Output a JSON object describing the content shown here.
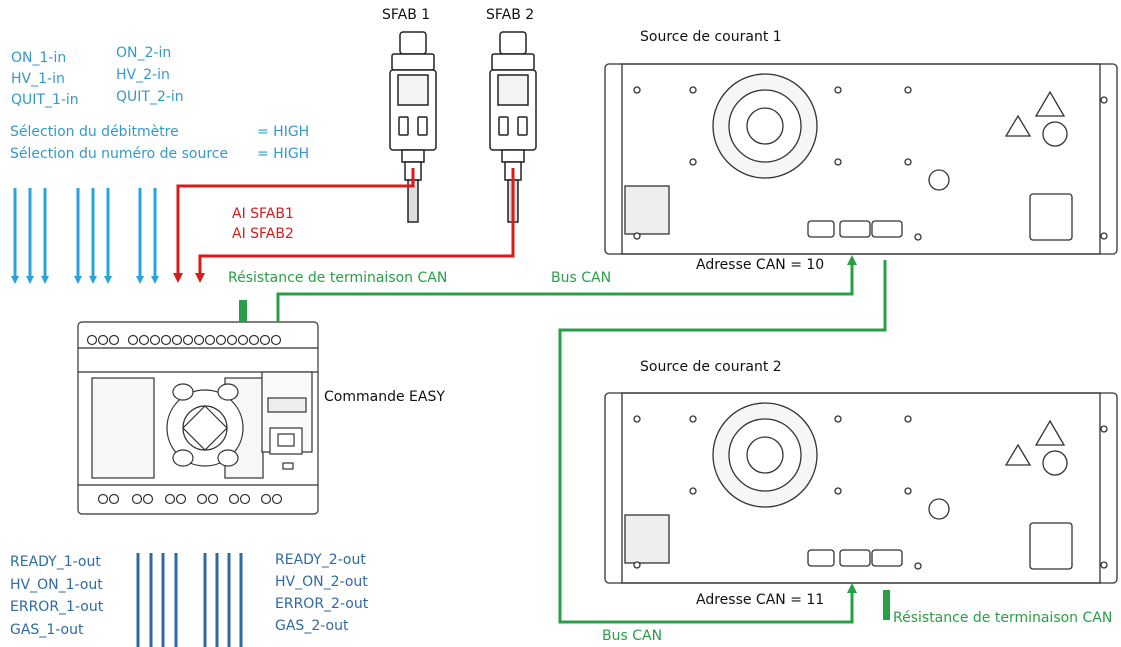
{
  "colors": {
    "input_arrows": "#29a3d9",
    "output_lines": "#2e6aa6",
    "analog_wires": "#d81b1b",
    "can_bus": "#27a045"
  },
  "inputs_group1": [
    "ON_1-in",
    "HV_1-in",
    "QUIT_1-in"
  ],
  "inputs_group2": [
    "ON_2-in",
    "HV_2-in",
    "QUIT_2-in"
  ],
  "selection": [
    {
      "label": "Sélection du débitmètre",
      "value": "= HIGH"
    },
    {
      "label": "Sélection du numéro de source",
      "value": "= HIGH"
    }
  ],
  "sensors": [
    {
      "title": "SFAB 1"
    },
    {
      "title": "SFAB 2"
    }
  ],
  "analog_inputs": [
    "AI SFAB1",
    "AI SFAB2"
  ],
  "controller": {
    "label": "Commande EASY"
  },
  "termination_top": "Résistance de terminaison CAN",
  "termination_bottom": "Résistance de terminaison CAN",
  "bus_top": "Bus CAN",
  "bus_bottom": "Bus CAN",
  "sources": [
    {
      "title": "Source de courant 1",
      "can_address": "Adresse CAN = 10"
    },
    {
      "title": "Source de courant 2",
      "can_address": "Adresse CAN = 11"
    }
  ],
  "outputs_group1": [
    "READY_1-out",
    "HV_ON_1-out",
    "ERROR_1-out",
    "GAS_1-out"
  ],
  "outputs_group2": [
    "READY_2-out",
    "HV_ON_2-out",
    "ERROR_2-out",
    "GAS_2-out"
  ]
}
